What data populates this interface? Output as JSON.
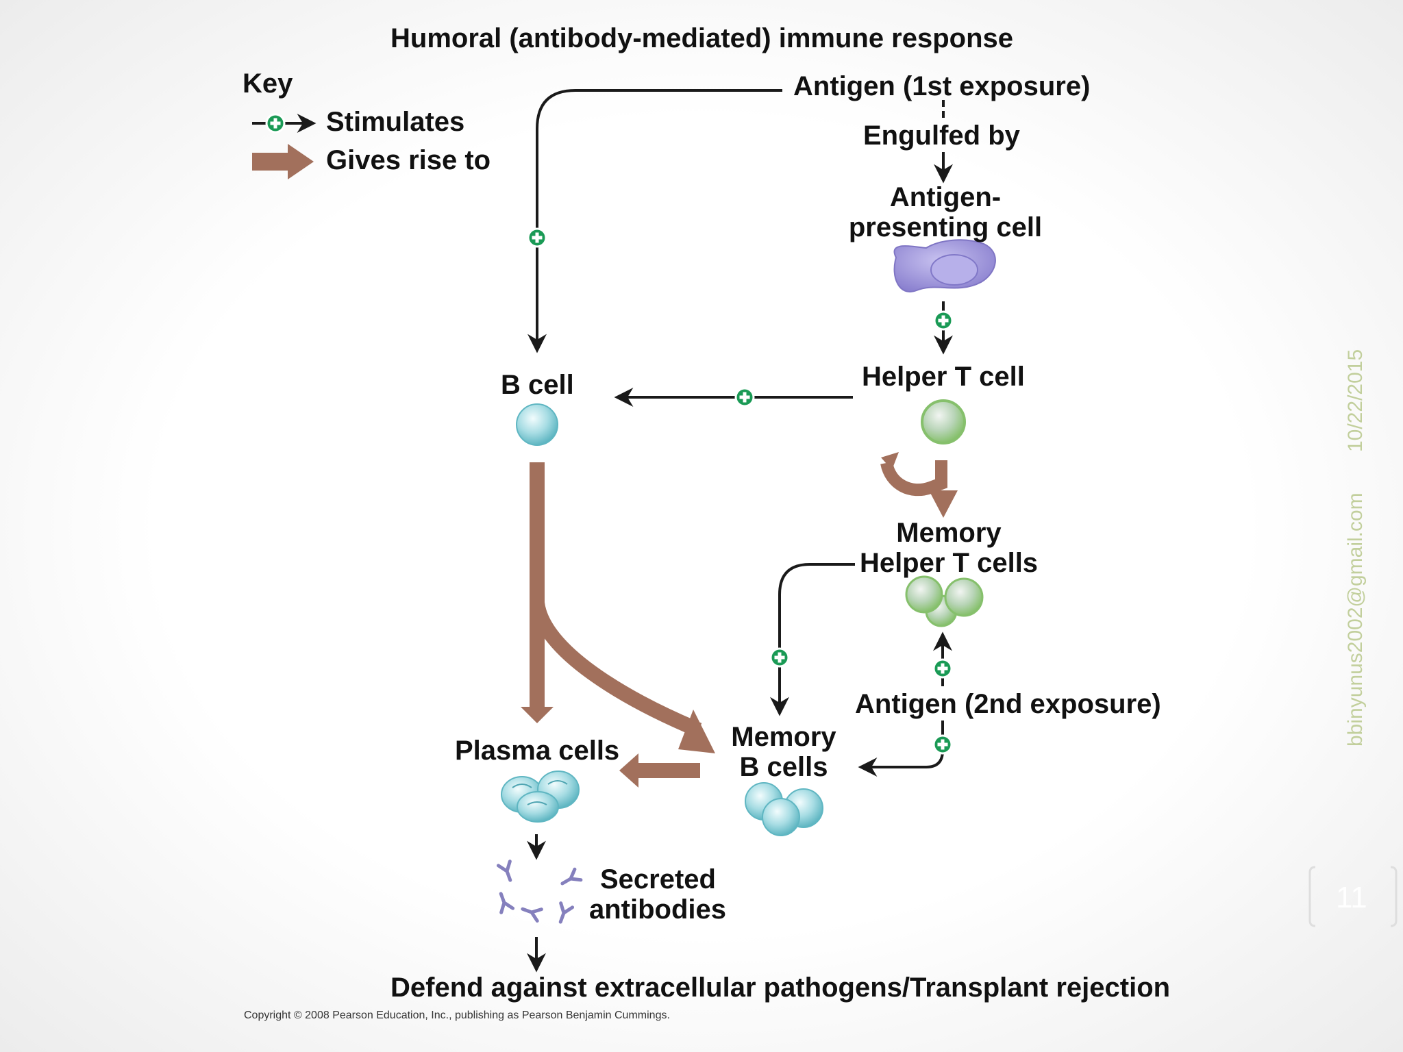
{
  "title": "Humoral (antibody-mediated) immune response",
  "key": {
    "heading": "Key",
    "stimulates": "Stimulates",
    "gives_rise_to": "Gives rise to"
  },
  "nodes": {
    "antigen_first": "Antigen (1st exposure)",
    "engulfed_by": "Engulfed by",
    "apc_line1": "Antigen-",
    "apc_line2": "presenting cell",
    "helper_t": "Helper T cell",
    "b_cell": "B cell",
    "memory_helper_line1": "Memory",
    "memory_helper_line2": "Helper T cells",
    "antigen_second": "Antigen (2nd exposure)",
    "memory_b_line1": "Memory",
    "memory_b_line2": "B cells",
    "plasma_cells": "Plasma cells",
    "secreted_line1": "Secreted",
    "secreted_line2": "antibodies",
    "defend": "Defend against extracellular pathogens/Transplant rejection"
  },
  "copyright": "Copyright © 2008 Pearson Education, Inc., publishing as Pearson Benjamin Cummings.",
  "side": {
    "date": "10/22/2015",
    "email": "bbinyunus2002@gmail.com"
  },
  "page_number": "11",
  "colors": {
    "stimulate_arrow": "#1a1a1a",
    "gives_rise_arrow": "#a2705c",
    "plus_badge": "#1a9a55",
    "apc_cell": "#9d93d8",
    "b_cell": "#7cc8d2",
    "helper_t_cell": "#a6dc8c",
    "antibody": "#8580bd",
    "side_text": "#c2cf9c"
  }
}
